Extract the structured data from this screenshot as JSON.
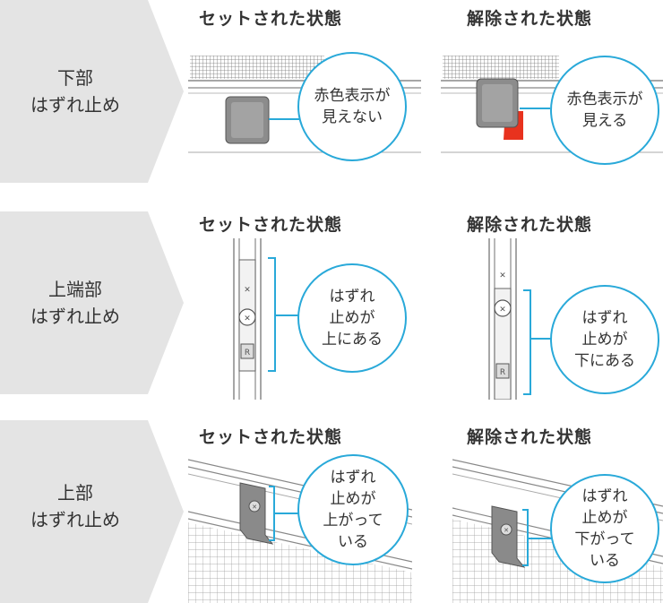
{
  "rows": [
    {
      "label_lines": [
        "下部",
        "はずれ止め"
      ],
      "left_title": "セットされた状態",
      "right_title": "解除された状態",
      "left_bubble": [
        "赤色表示が",
        "見えない"
      ],
      "right_bubble": [
        "赤色表示が",
        "見える"
      ]
    },
    {
      "label_lines": [
        "上端部",
        "はずれ止め"
      ],
      "left_title": "セットされた状態",
      "right_title": "解除された状態",
      "left_bubble": [
        "はずれ",
        "止めが",
        "上にある"
      ],
      "right_bubble": [
        "はずれ",
        "止めが",
        "下にある"
      ]
    },
    {
      "label_lines": [
        "上部",
        "はずれ止め"
      ],
      "left_title": "セットされた状態",
      "right_title": "解除された状態",
      "left_bubble": [
        "はずれ",
        "止めが",
        "上がって",
        "いる"
      ],
      "right_bubble": [
        "はずれ",
        "止めが",
        "下がって",
        "いる"
      ]
    }
  ],
  "colors": {
    "label_bg": "#e4e4e4",
    "callout": "#29a9d9",
    "red_indicator": "#e8321e",
    "part_gray": "#8a8a8a"
  }
}
